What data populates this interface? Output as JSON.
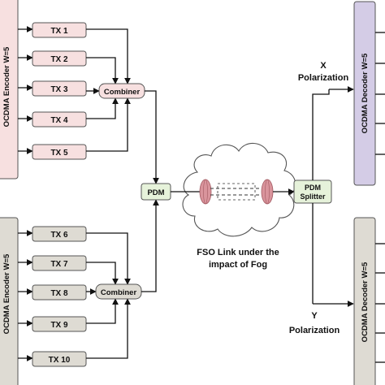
{
  "colors": {
    "encoder_top_fill": "#f7e0e0",
    "encoder_bottom_fill": "#dedbd3",
    "decoder_top_fill": "#d4cce6",
    "decoder_bottom_fill": "#dedbd3",
    "box_stroke": "#555555",
    "wire": "#111111",
    "pdm_fill": "#e6f2da",
    "lens": "#d9949c"
  },
  "encoder_top": {
    "label": "OCDMA Encoder W=5",
    "tx": [
      "TX 1",
      "TX 2",
      "TX 3",
      "TX 4",
      "TX 5"
    ]
  },
  "encoder_bottom": {
    "label": "OCDMA Encoder W=5",
    "tx": [
      "TX 6",
      "TX 7",
      "TX 8",
      "TX 9",
      "TX 10"
    ]
  },
  "combiner_top": "Combiner",
  "combiner_bottom": "Combiner",
  "pdm": "PDM",
  "splitter": {
    "line1": "PDM",
    "line2": "Splitter"
  },
  "fso": {
    "line1": "FSO Link under the",
    "line2": "impact of Fog"
  },
  "x_pol": {
    "line1": "X",
    "line2": "Polarization"
  },
  "y_pol": {
    "line1": "Y",
    "line2": "Polarization"
  },
  "decoder_top": {
    "label": "OCDMA Decoder W=5"
  },
  "decoder_bottom": {
    "label": "OCDMA Decoder W=5"
  }
}
